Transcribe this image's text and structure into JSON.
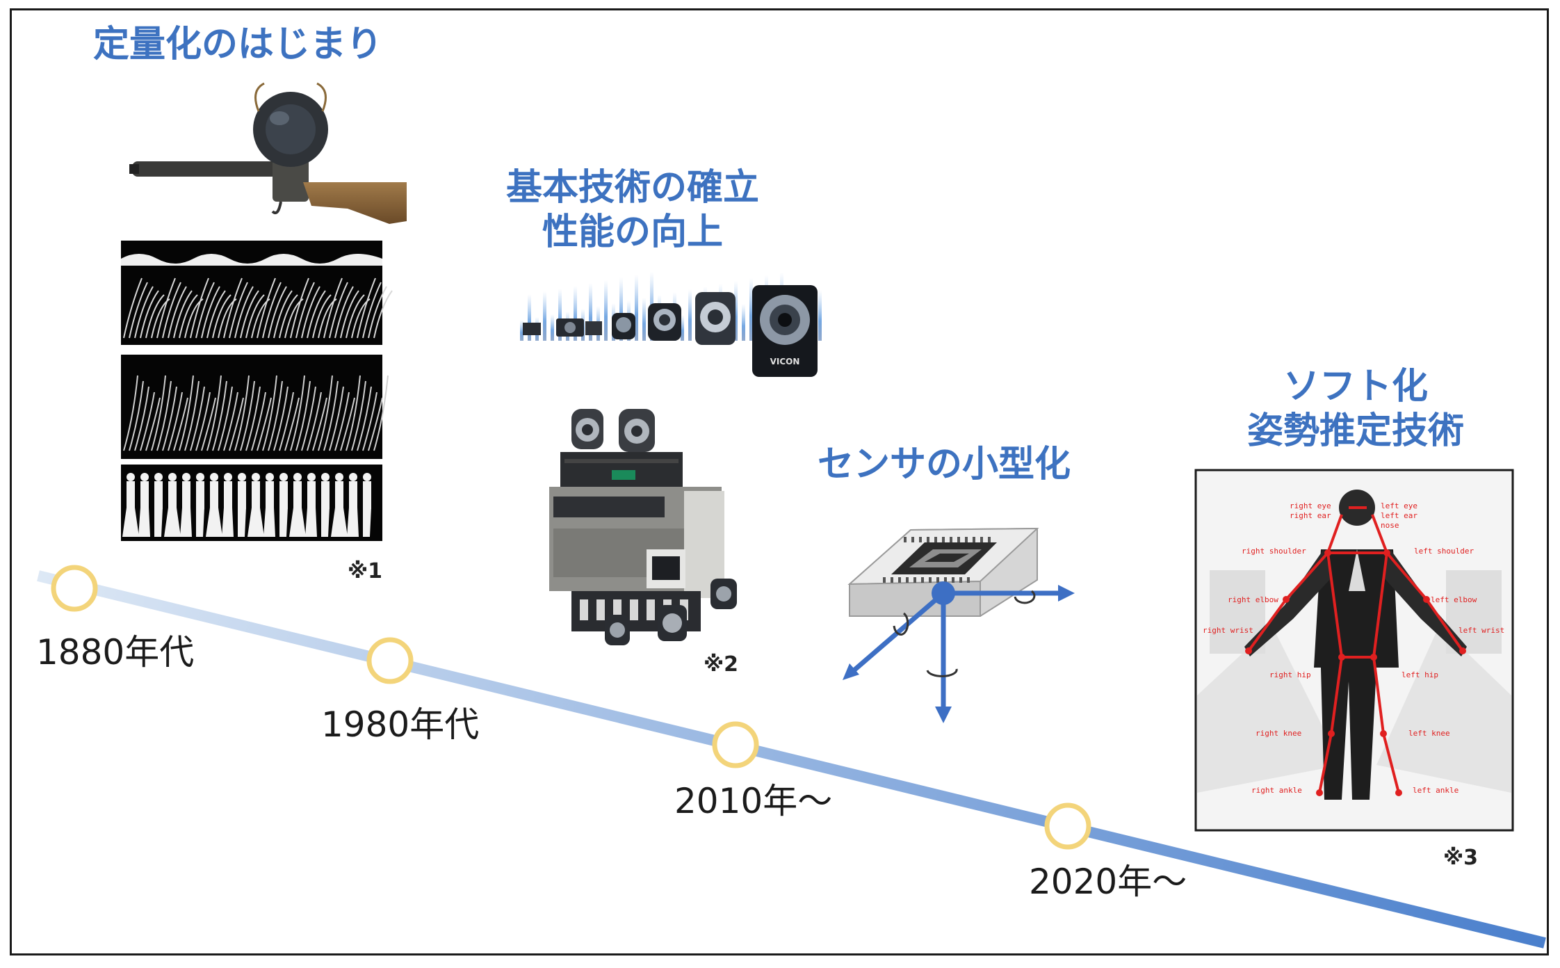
{
  "headings": {
    "quantification": "定量化のはじまり",
    "basic_tech_line1": "基本技術の確立",
    "basic_tech_line2": "性能の向上",
    "sensor": "センサの小型化",
    "software_line1": "ソフト化",
    "software_line2": "姿勢推定技術"
  },
  "timeline": [
    {
      "label": "1880年代"
    },
    {
      "label": "1980年代"
    },
    {
      "label": "2010年～"
    },
    {
      "label": "2020年～"
    }
  ],
  "notes": {
    "n1": "※1",
    "n2": "※2",
    "n3": "※3"
  },
  "camera_brand": "VICON",
  "pose_labels": {
    "right_eye": "right eye",
    "right_ear": "right ear",
    "left_eye": "left eye",
    "left_ear": "left ear",
    "nose": "nose",
    "right_shoulder": "right shoulder",
    "left_shoulder": "left shoulder",
    "right_elbow": "right elbow",
    "left_elbow": "left elbow",
    "right_wrist": "right wrist",
    "left_wrist": "left wrist",
    "right_hip": "right hip",
    "left_hip": "left hip",
    "right_knee": "right knee",
    "left_knee": "left knee",
    "right_ankle": "right ankle",
    "left_ankle": "left ankle"
  },
  "colors": {
    "heading": "#3d72c0",
    "timeline_start": "#dbe7f5",
    "timeline_end": "#4a7fcc",
    "milestone_ring": "#f3d47a",
    "pose_skeleton": "#e02020",
    "sensor_arrow": "#3d6fc4"
  }
}
